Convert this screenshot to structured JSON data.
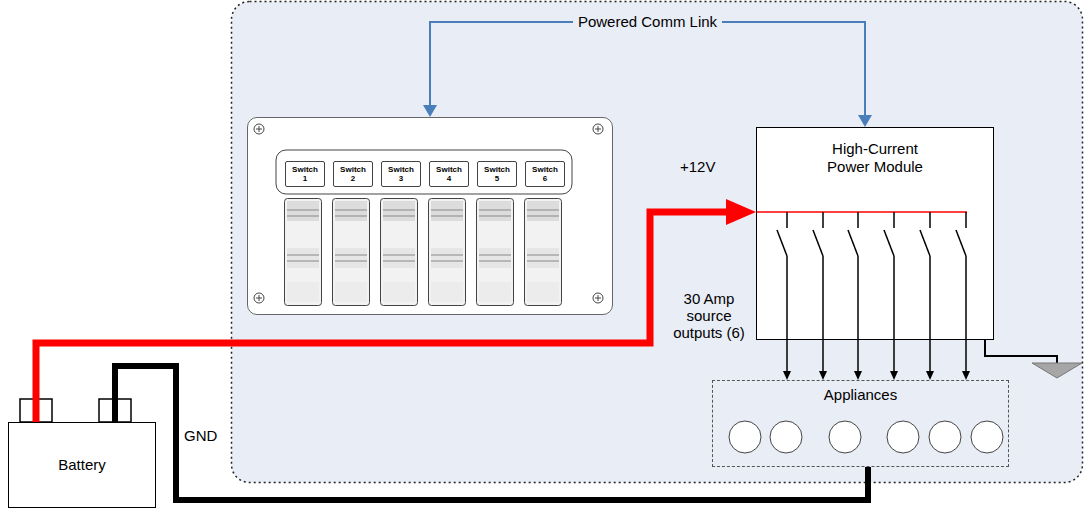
{
  "diagram": {
    "nodes": [
      {
        "text": []
      },
      {
        "text": [
          "Switch 1"
        ],
        "in": 0
      },
      {
        "text": [
          "Switch 2"
        ],
        "in": 0
      },
      {
        "text": [
          "Switch 3"
        ],
        "in": 0
      },
      {
        "text": [
          "Switch 4"
        ],
        "in": 0
      },
      {
        "text": [
          "Switch 5"
        ],
        "in": 0
      },
      {
        "text": [
          "Switch 6"
        ],
        "in": 0
      },
      {
        "text": [
          "High-Current Power Module"
        ]
      },
      {
        "text": [
          "Appliances"
        ]
      },
      {
        "text": [
          "Battery"
        ]
      }
    ],
    "edges": [
      {
        "from": 0,
        "to": 7,
        "arrow": "both",
        "label": "Powered Comm Link"
      },
      {
        "from": 9,
        "to": 7,
        "arrow": "to"
      },
      {
        "from": 7,
        "to": 8,
        "arrow": "to"
      },
      {
        "from": 7,
        "to": 8,
        "arrow": "to"
      },
      {
        "from": 7,
        "to": 8,
        "arrow": "to"
      },
      {
        "from": 7,
        "to": 8,
        "arrow": "to"
      },
      {
        "from": 7,
        "to": 8,
        "arrow": "to"
      },
      {
        "from": 7,
        "to": 8,
        "arrow": "to"
      },
      {
        "from": 9,
        "to": 8,
        "arrow": "none"
      }
    ],
    "labels": [
      "+12V",
      "30 Amp source outputs (6)",
      "GND"
    ]
  }
}
